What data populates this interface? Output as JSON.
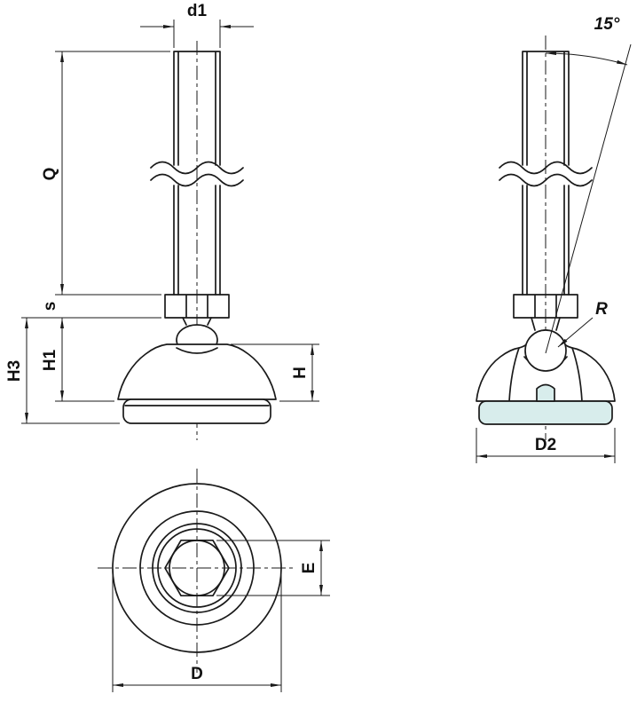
{
  "drawing": {
    "background": "#ffffff",
    "line_color": "#1a1a1a",
    "pad_fill": "#d8edec",
    "labels": {
      "d1": "d1",
      "Q": "Q",
      "s": "s",
      "H3": "H3",
      "H1": "H1",
      "H": "H",
      "angle": "15°",
      "R": "R",
      "D2": "D2",
      "E": "E",
      "D": "D"
    }
  }
}
